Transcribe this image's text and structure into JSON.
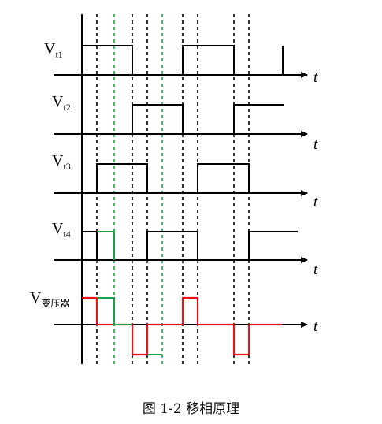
{
  "caption": "图 1-2  移相原理",
  "axis_label": "t",
  "signals": [
    {
      "id": "vt1",
      "label_main": "V",
      "label_sub": "t1"
    },
    {
      "id": "vt2",
      "label_main": "V",
      "label_sub": "t2"
    },
    {
      "id": "vt3",
      "label_main": "V",
      "label_sub": "t3"
    },
    {
      "id": "vt4",
      "label_main": "V",
      "label_sub": "t4"
    },
    {
      "id": "vtransformer",
      "label_main": "V",
      "label_sub": "变压器"
    }
  ],
  "colors": {
    "signal": "#000000",
    "transformer_output": "#e8141c",
    "shifted_segment": "#1aa34a",
    "guide_black": "#000000",
    "guide_green": "#1aa34a"
  }
}
